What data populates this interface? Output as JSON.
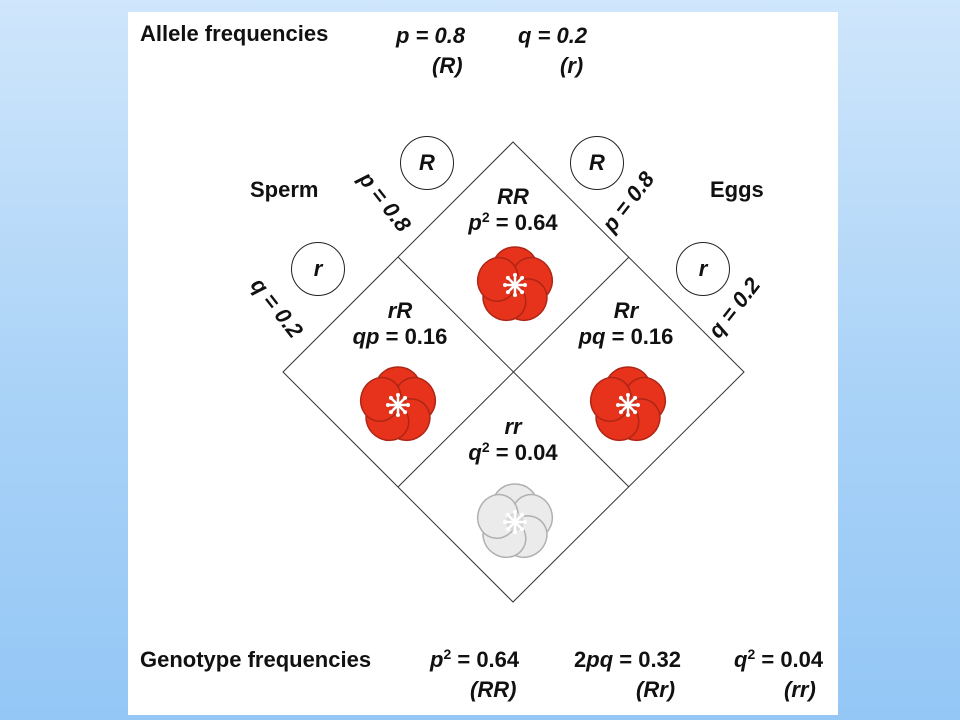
{
  "header": {
    "title": "Allele frequencies",
    "p_label": "p = 0.8",
    "p_allele": "(R)",
    "q_label": "q = 0.2",
    "q_allele": "(r)"
  },
  "sperm": {
    "label": "Sperm",
    "allele_R": "R",
    "allele_r": "r",
    "freq_R": "p = 0.8",
    "freq_r": "q = 0.2"
  },
  "eggs": {
    "label": "Eggs",
    "allele_R": "R",
    "allele_r": "r",
    "freq_R": "p = 0.8",
    "freq_r": "q = 0.2"
  },
  "cells": {
    "top": {
      "genotype": "RR",
      "freq_var": "p",
      "freq_exp": "2",
      "freq_value": " = 0.64",
      "flower_color": "#e8331c"
    },
    "left": {
      "genotype": "rR",
      "freq_var": "qp",
      "freq_value": " = 0.16",
      "flower_color": "#e8331c"
    },
    "right": {
      "genotype": "Rr",
      "freq_var": "pq",
      "freq_value": " = 0.16",
      "flower_color": "#e8331c"
    },
    "bottom": {
      "genotype": "rr",
      "freq_var": "q",
      "freq_exp": "2",
      "freq_value": " = 0.04",
      "flower_color": "#ebebeb"
    }
  },
  "footer": {
    "title": "Genotype frequencies",
    "items": [
      {
        "var": "p",
        "exp": "2",
        "value": " = 0.64",
        "genotype": "(RR)"
      },
      {
        "pre": "2",
        "var": "pq",
        "value": " = 0.32",
        "genotype": "(Rr)"
      },
      {
        "var": "q",
        "exp": "2",
        "value": " = 0.04",
        "genotype": "(rr)"
      }
    ]
  }
}
